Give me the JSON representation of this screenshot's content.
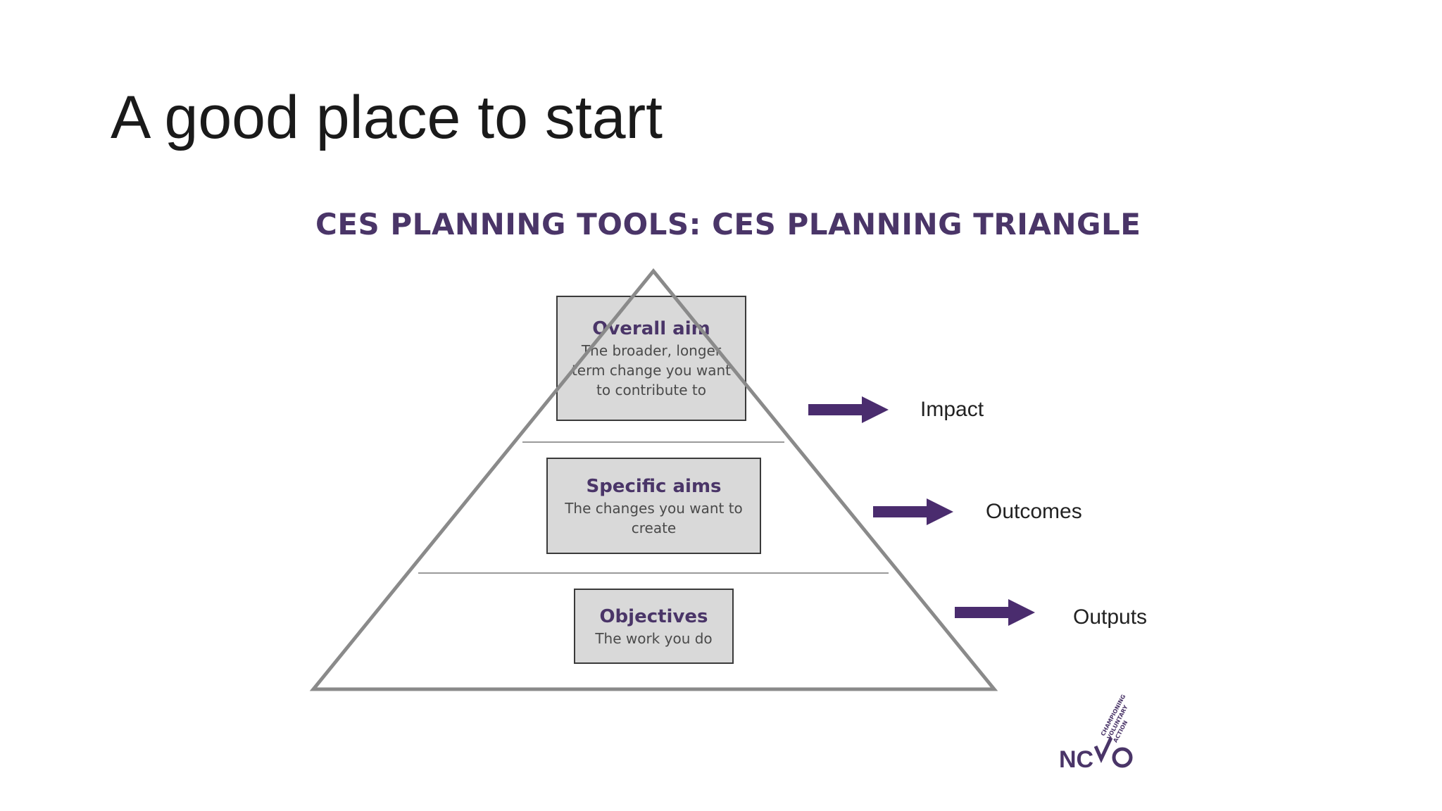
{
  "slide": {
    "title": "A good place to start"
  },
  "diagram": {
    "title": "CES PLANNING TOOLS: CES PLANNING TRIANGLE",
    "levels": [
      {
        "heading": "Overall aim",
        "lines": [
          "The broader, longer",
          "term change you want",
          "to contribute to"
        ],
        "result": "Impact"
      },
      {
        "heading": "Specific aims",
        "lines": [
          "The changes you want to",
          "create"
        ],
        "result": "Outcomes"
      },
      {
        "heading": "Objectives",
        "lines": [
          "The work you do"
        ],
        "result": "Outputs"
      }
    ]
  },
  "logo": {
    "name": "NCVO",
    "tagline": "CHAMPIONING VOLUNTARY ACTION"
  },
  "colors": {
    "accent": "#4a3568",
    "triangle": "#8a8a8a",
    "box_fill": "#d9d9d9"
  }
}
